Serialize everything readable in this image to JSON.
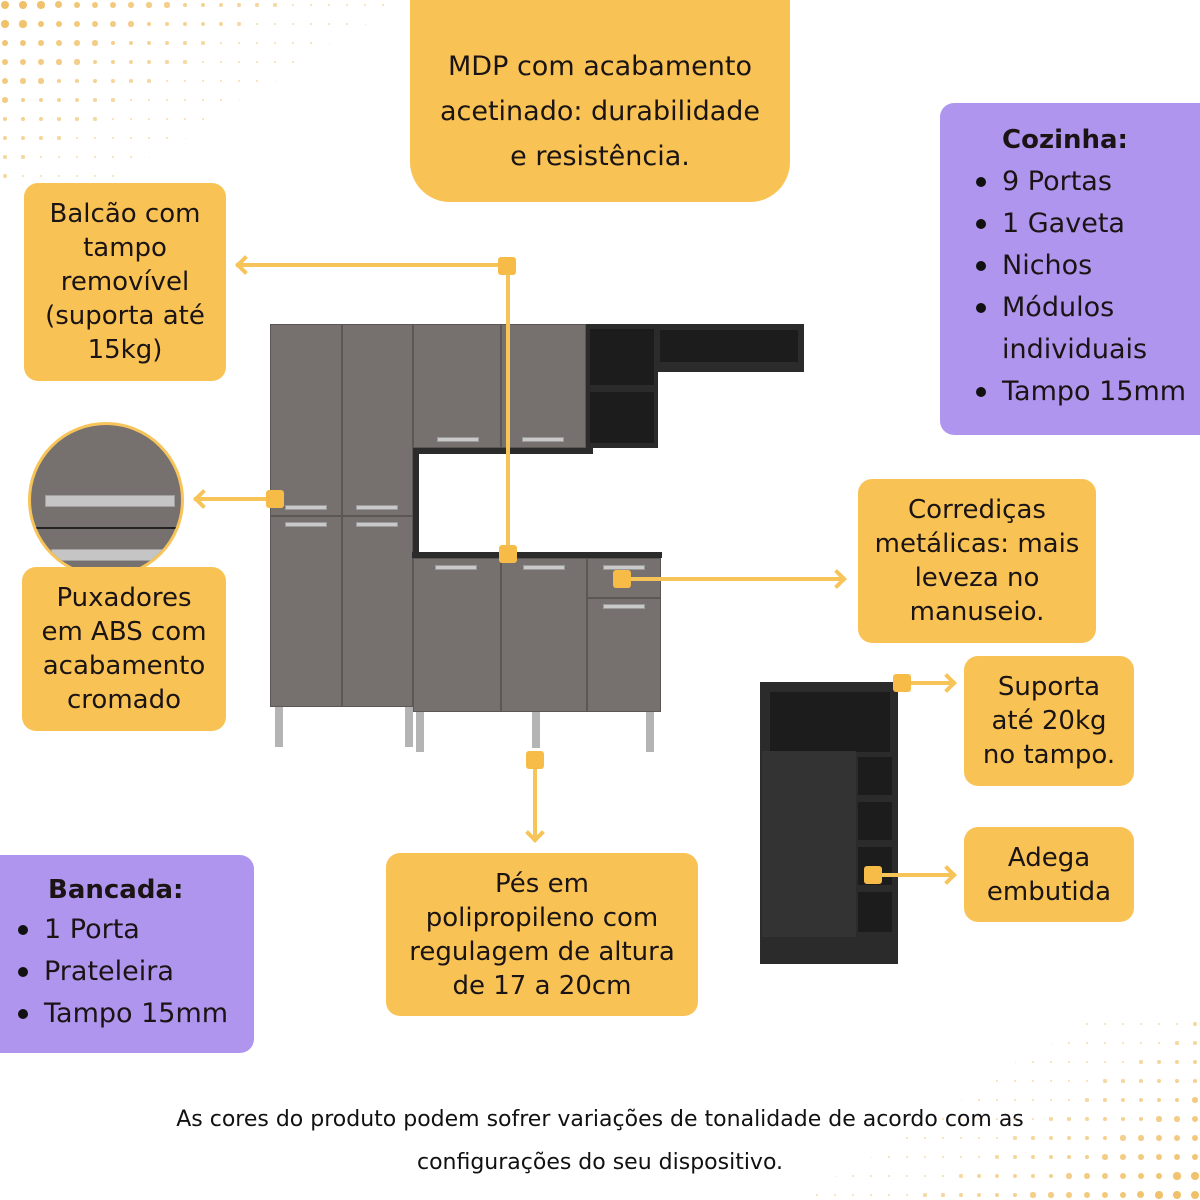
{
  "callouts": {
    "mdp": "MDP com acabamento acetinado: durabilidade e resistência.",
    "balcao": [
      "Balcão com",
      "tampo",
      "removível",
      "(suporta até",
      "15kg)"
    ],
    "puxadores": [
      "Puxadores",
      "em ABS com",
      "acabamento",
      "cromado"
    ],
    "corredicas": [
      "Corrediças",
      "metálicas: mais",
      "leveza no",
      "manuseio."
    ],
    "suporta": [
      "Suporta",
      "até 20kg",
      "no tampo."
    ],
    "adega": [
      "Adega",
      "embutida"
    ],
    "pes": [
      "Pés em",
      "polipropileno com",
      "regulagem de altura",
      "de 17 a 20cm"
    ]
  },
  "cozinha": {
    "title": "Cozinha:",
    "items": [
      "9 Portas",
      "1 Gaveta",
      "Nichos",
      "Módulos",
      "Tampo 15mm"
    ],
    "continuation": "individuais"
  },
  "bancada": {
    "title": "Bancada:",
    "items": [
      "1 Porta",
      "Prateleira",
      "Tampo 15mm"
    ]
  },
  "footer": {
    "line1": "As cores do produto podem sofrer variações de tonalidade de acordo com as",
    "line2": "configurações do seu dispositivo."
  },
  "colors": {
    "yellow": "#f9c255",
    "purple": "#b095ee",
    "cabinet_gray": "#76706f",
    "cabinet_black": "#2b2b2c"
  }
}
